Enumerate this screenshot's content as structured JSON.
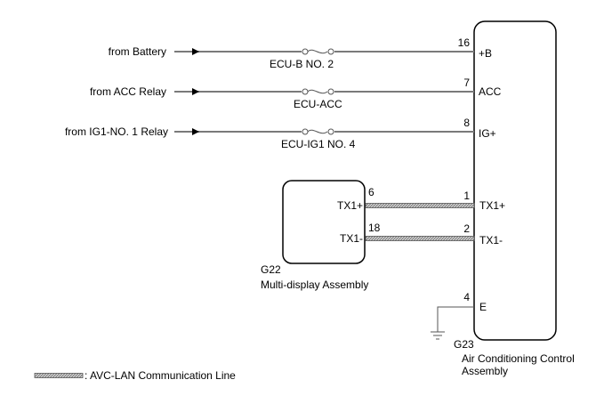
{
  "sources": [
    {
      "label": "from Battery",
      "fuse": "ECU-B NO. 2",
      "pin": "16",
      "terminal": "+B"
    },
    {
      "label": "from ACC Relay",
      "fuse": "ECU-ACC",
      "pin": "7",
      "terminal": "ACC"
    },
    {
      "label": "from IG1-NO. 1 Relay",
      "fuse": "ECU-IG1 NO. 4",
      "pin": "8",
      "terminal": "IG+"
    }
  ],
  "comm_lines": [
    {
      "from_pin": "6",
      "from_terminal": "TX1+",
      "to_pin": "1",
      "to_terminal": "TX1+"
    },
    {
      "from_pin": "18",
      "from_terminal": "TX1-",
      "to_pin": "2",
      "to_terminal": "TX1-"
    }
  ],
  "ground": {
    "pin": "4",
    "terminal": "E"
  },
  "components": {
    "display": {
      "code": "G22",
      "name": "Multi-display Assembly"
    },
    "ecu": {
      "code": "G23",
      "name_line1": "Air Conditioning Control",
      "name_line2": "Assembly"
    }
  },
  "legend": {
    "label": ": AVC-LAN Communication Line"
  },
  "colors": {
    "wire": "#7a7a7a",
    "outline": "#000000"
  }
}
